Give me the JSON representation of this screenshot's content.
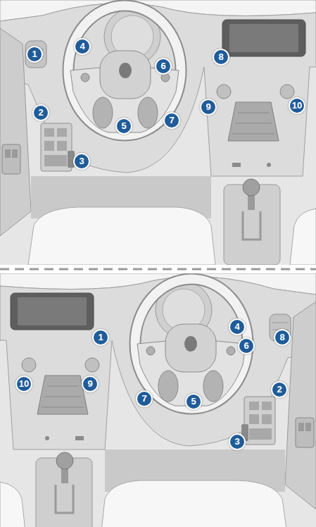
{
  "diagram": {
    "labels": [
      "1",
      "4",
      "6",
      "8",
      "2",
      "9",
      "10",
      "5",
      "7",
      "3",
      "1",
      "4",
      "6",
      "8",
      "2",
      "10",
      "9",
      "7",
      "5",
      "3"
    ]
  }
}
